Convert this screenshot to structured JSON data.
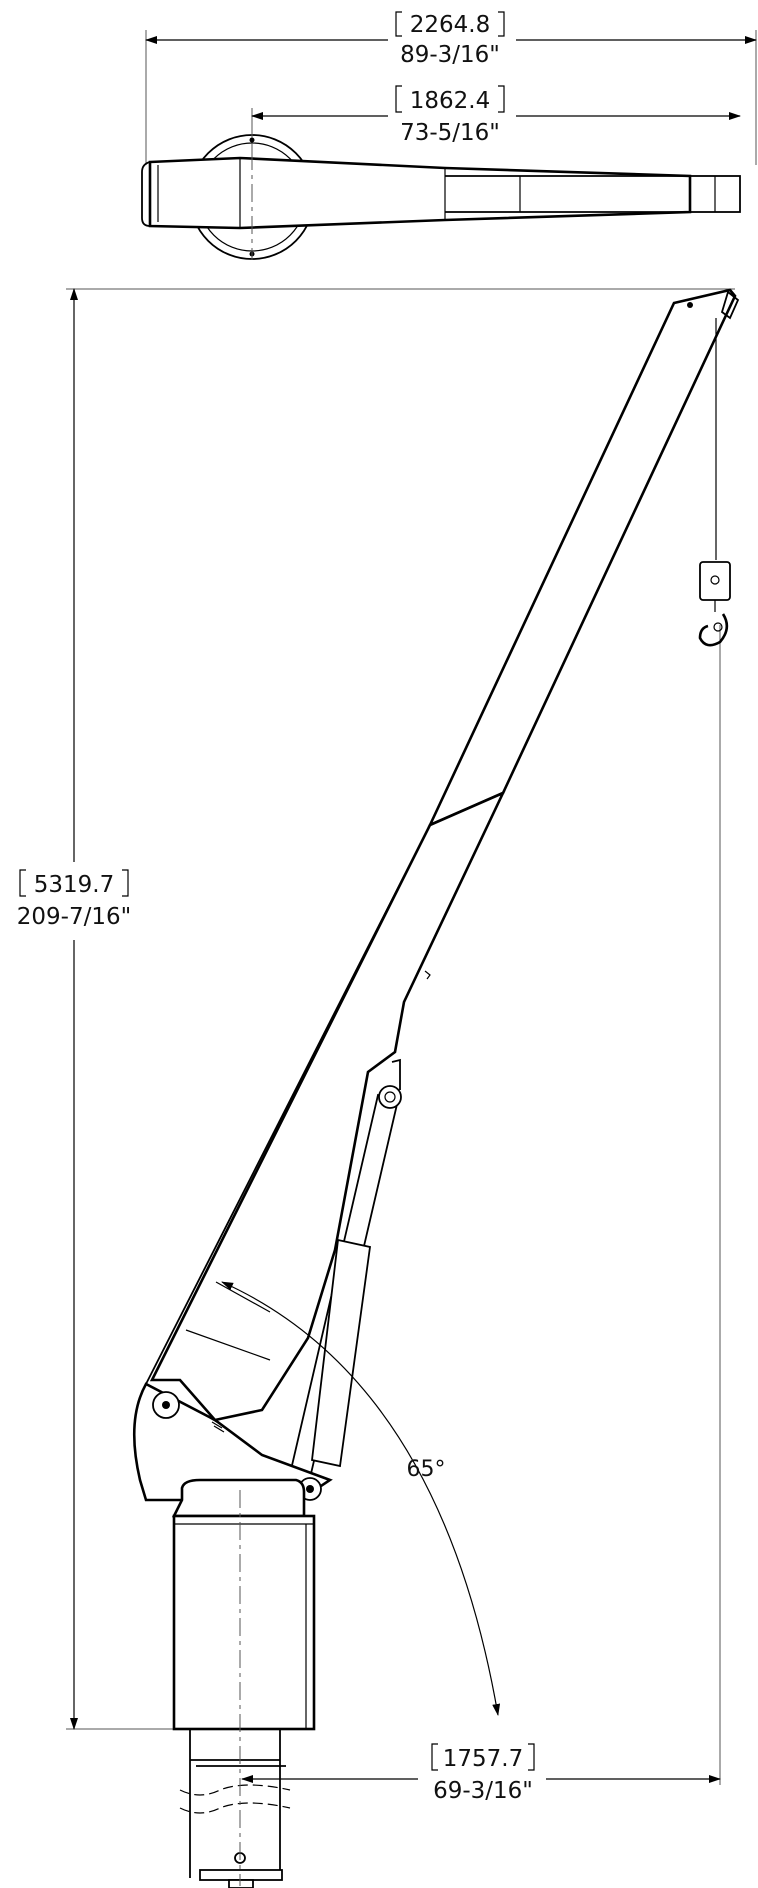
{
  "dimensions": {
    "top_width": {
      "metric": "2264.8",
      "imperial": "89-3/16\""
    },
    "top_reach": {
      "metric": "1862.4",
      "imperial": "73-5/16\""
    },
    "height": {
      "metric": "5319.7",
      "imperial": "209-7/16\""
    },
    "bottom_reach": {
      "metric": "1757.7",
      "imperial": "69-3/16\""
    }
  },
  "angle": {
    "label": "65°"
  }
}
